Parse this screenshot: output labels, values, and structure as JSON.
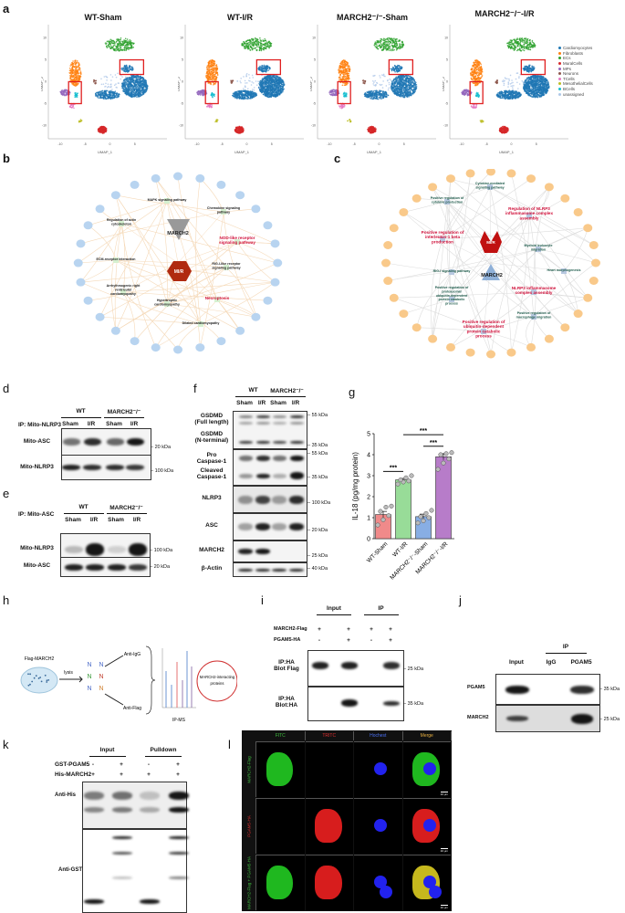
{
  "panel_labels": [
    "a",
    "b",
    "c",
    "d",
    "e",
    "f",
    "g",
    "h",
    "i",
    "j",
    "k",
    "l"
  ],
  "a": {
    "titles": [
      "WT-Sham",
      "WT-I/R",
      "MARCH2⁻/⁻-Sham",
      "MARCH2⁻/⁻-I/R"
    ],
    "xlabel": "UMAP_1",
    "ylabel": "UMAP_2",
    "xticks": [
      "-10",
      "-5",
      "0",
      "5"
    ],
    "yticks": [
      "10",
      "5",
      "0",
      "-5",
      "-10"
    ],
    "legend": [
      {
        "name": "Cardiomyocytes",
        "color": "#1f77b4"
      },
      {
        "name": "Fibroblasts",
        "color": "#ff7f0e"
      },
      {
        "name": "ECs",
        "color": "#2ca02c"
      },
      {
        "name": "MuralCells",
        "color": "#d62728"
      },
      {
        "name": "MPs",
        "color": "#9467bd"
      },
      {
        "name": "Neurons",
        "color": "#8c564b"
      },
      {
        "name": "TCells",
        "color": "#e377c2"
      },
      {
        "name": "MesothelialCells",
        "color": "#bcbd22"
      },
      {
        "name": "BCells",
        "color": "#17becf"
      },
      {
        "name": "unassigned",
        "color": "#aec7e8"
      }
    ]
  },
  "b": {
    "center": "MARCH2",
    "disease": "MI/R",
    "terms": [
      {
        "text": "MAPK signaling pathway",
        "highlight": false
      },
      {
        "text": "Chemokine signaling pathway",
        "highlight": false
      },
      {
        "text": "Regulation of actin cytoskeleton",
        "highlight": false
      },
      {
        "text": "NOD-like receptor signaling pathway",
        "highlight": true
      },
      {
        "text": "ECM-receptor interaction",
        "highlight": false
      },
      {
        "text": "RIG-I-like receptor signaling pathway",
        "highlight": false
      },
      {
        "text": "Arrhythmogenic right ventricular cardiomyopathy",
        "highlight": false
      },
      {
        "text": "Necroptosis",
        "highlight": true
      },
      {
        "text": "Hypertrophic cardiomyopathy",
        "highlight": false
      },
      {
        "text": "Dilated cardiomyopathy",
        "highlight": false
      }
    ],
    "node_color": "#b8d4f0"
  },
  "c": {
    "center": "MARCH2",
    "disease": "MI/R",
    "terms": [
      {
        "text": "Cytokine-mediated signaling pathway",
        "highlight": false
      },
      {
        "text": "Positive regulation of cytokine production",
        "highlight": false
      },
      {
        "text": "Regulation of NLRP3 inflammasome complex assembly",
        "highlight": true
      },
      {
        "text": "Positive regulation of interleukin-1 beta production",
        "highlight": true
      },
      {
        "text": "Myeloid leukocyte migration",
        "highlight": false
      },
      {
        "text": "RIG-I signaling pathway",
        "highlight": false
      },
      {
        "text": "Heart morphogenesis",
        "highlight": false
      },
      {
        "text": "Positive regulation of proteasomal ubiquitin-dependent protein catabolic process",
        "highlight": false
      },
      {
        "text": "NLRP3 inflammasome complex assembly",
        "highlight": true
      },
      {
        "text": "Positive regulation of macrophage migration",
        "highlight": false
      },
      {
        "text": "Positive regulation of ubiquitin-dependent protein catabolic process",
        "highlight": true
      }
    ],
    "node_color": "#f9c98a"
  },
  "d": {
    "ip": "IP: Mito-NLRP3",
    "groups": [
      "WT",
      "MARCH2⁻/⁻"
    ],
    "lanes": [
      "Sham",
      "I/R",
      "Sham",
      "I/R"
    ],
    "rows": [
      {
        "label": "Mito-ASC",
        "kda": "20 kDa"
      },
      {
        "label": "Mito-NLRP3",
        "kda": "100 kDa"
      }
    ]
  },
  "e": {
    "ip": "IP: Mito-ASC",
    "groups": [
      "WT",
      "MARCH2⁻/⁻"
    ],
    "lanes": [
      "Sham",
      "I/R",
      "Sham",
      "I/R"
    ],
    "rows": [
      {
        "label": "Mito-NLRP3",
        "kda": "100 kDa"
      },
      {
        "label": "Mito-ASC",
        "kda": "20 kDa"
      }
    ]
  },
  "f": {
    "groups": [
      "WT",
      "MARCH2⁻/⁻"
    ],
    "lanes": [
      "Sham",
      "I/R",
      "Sham",
      "I/R"
    ],
    "rows": [
      {
        "label": "GSDMD (Full length)",
        "kda": "55 kDa"
      },
      {
        "label": "GSDMD (N-terminal)",
        "kda": "35 kDa"
      },
      {
        "label": "Pro Caspase-1",
        "kda": "55 kDa"
      },
      {
        "label": "Cleaved Caspase-1",
        "kda": "35 kDa"
      },
      {
        "label": "NLRP3",
        "kda": "100 kDa"
      },
      {
        "label": "ASC",
        "kda": "20 kDa"
      },
      {
        "label": "MARCH2",
        "kda": "25 kDa"
      },
      {
        "label": "β-Actin",
        "kda": "40 kDa"
      }
    ]
  },
  "chart_data": {
    "type": "bar",
    "categories": [
      "WT-Sham",
      "WT-I/R",
      "MARCH2⁻/⁻-Sham",
      "MARCH2⁻/⁻-I/R"
    ],
    "values": [
      1.15,
      2.8,
      1.05,
      3.9
    ],
    "errors": [
      0.15,
      0.07,
      0.12,
      0.15
    ],
    "points": [
      [
        0.65,
        0.9,
        1.1,
        1.3,
        1.5,
        1.55
      ],
      [
        2.6,
        2.7,
        2.75,
        2.8,
        2.9,
        3.0
      ],
      [
        0.75,
        0.85,
        1.0,
        1.05,
        1.2,
        1.35
      ],
      [
        3.3,
        3.6,
        3.8,
        4.0,
        4.05,
        4.1
      ]
    ],
    "colors": [
      "#f08a8a",
      "#98dc98",
      "#88aee4",
      "#b77cc9"
    ],
    "ylabel": "IL-18 (pg/mg protein)",
    "ylim": [
      0,
      5
    ],
    "yticks": [
      0,
      1,
      2,
      3,
      4,
      5
    ],
    "significance": [
      {
        "pair": [
          0,
          1
        ],
        "label": "***"
      },
      {
        "pair": [
          2,
          3
        ],
        "label": "***"
      },
      {
        "pair": [
          1,
          3
        ],
        "label": "***"
      }
    ]
  },
  "h": {
    "start": "Flag-MARCH2",
    "step": "lysis",
    "arms": [
      "Anti-IgG",
      "Anti-Flag"
    ],
    "ms": "IP-MS",
    "result": "MARCH2-interacting proteins"
  },
  "i": {
    "groups": [
      "Input",
      "IP"
    ],
    "conditions": [
      {
        "label": "MARCH2-Flag",
        "values": [
          "+",
          "+",
          "+",
          "+"
        ]
      },
      {
        "label": "PGAM5-HA",
        "values": [
          "-",
          "+",
          "-",
          "+"
        ]
      }
    ],
    "rows": [
      {
        "label": "IP:HA\nBlot Flag",
        "kda": "25 kDa"
      },
      {
        "label": "IP:HA\nBlot:HA",
        "kda": "35 kDa"
      }
    ]
  },
  "j": {
    "group": "IP",
    "lanes": [
      "Input",
      "IgG",
      "PGAM5"
    ],
    "rows": [
      {
        "label": "PGAM5",
        "kda": "35 kDa"
      },
      {
        "label": "MARCH2",
        "kda": "25 kDa"
      }
    ]
  },
  "k": {
    "groups": [
      "Input",
      "Pulldown"
    ],
    "conditions": [
      {
        "label": "GST-PGAM5",
        "values": [
          "-",
          "+",
          "-",
          "+"
        ]
      },
      {
        "label": "His-MARCH2",
        "values": [
          "+",
          "+",
          "+",
          "+"
        ]
      }
    ],
    "rows": [
      {
        "label": "Anti-His"
      },
      {
        "label": "Anti-GST"
      }
    ]
  },
  "l": {
    "columns": [
      {
        "name": "FITC",
        "color": "#3fbf3f"
      },
      {
        "name": "TRITC",
        "color": "#e03030"
      },
      {
        "name": "Hochest",
        "color": "#4a6ff0"
      },
      {
        "name": "Merge",
        "color": "#e8b040"
      }
    ],
    "rows": [
      "MARCH2-Flag",
      "PGAM5-HA",
      "MARCH2-Flag + PGAM5-HA"
    ],
    "scale": "10 μm"
  }
}
